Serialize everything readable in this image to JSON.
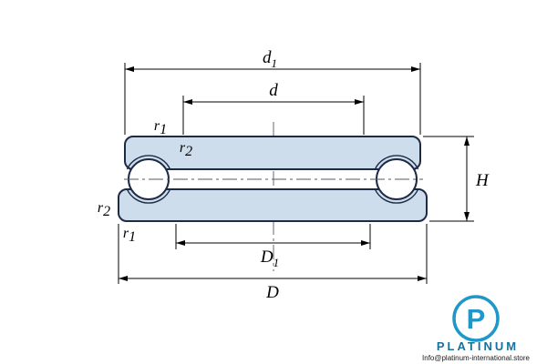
{
  "diagram": {
    "type": "thrust-ball-bearing-cross-section",
    "dimension_labels": {
      "d1": {
        "base": "d",
        "sub": "1"
      },
      "d": {
        "base": "d",
        "sub": ""
      },
      "r1_top": {
        "base": "r",
        "sub": "1"
      },
      "r2_top": {
        "base": "r",
        "sub": "2"
      },
      "r2_bottom": {
        "base": "r",
        "sub": "2"
      },
      "r1_bottom": {
        "base": "r",
        "sub": "1"
      },
      "H": {
        "base": "H",
        "sub": ""
      },
      "D1": {
        "base": "D",
        "sub": "1"
      },
      "D": {
        "base": "D",
        "sub": ""
      }
    },
    "colors": {
      "washer_fill": "#cdddec",
      "ball_fill": "#ffffff",
      "outline": "#1c2a45",
      "dimension_line": "#000000"
    }
  },
  "watermark": {
    "logo_letter": "P",
    "brand": "PLATINUM",
    "contact": "Info@platinum-international.store",
    "logo_blue": "#1f97c9",
    "brand_blue": "#16719f"
  }
}
